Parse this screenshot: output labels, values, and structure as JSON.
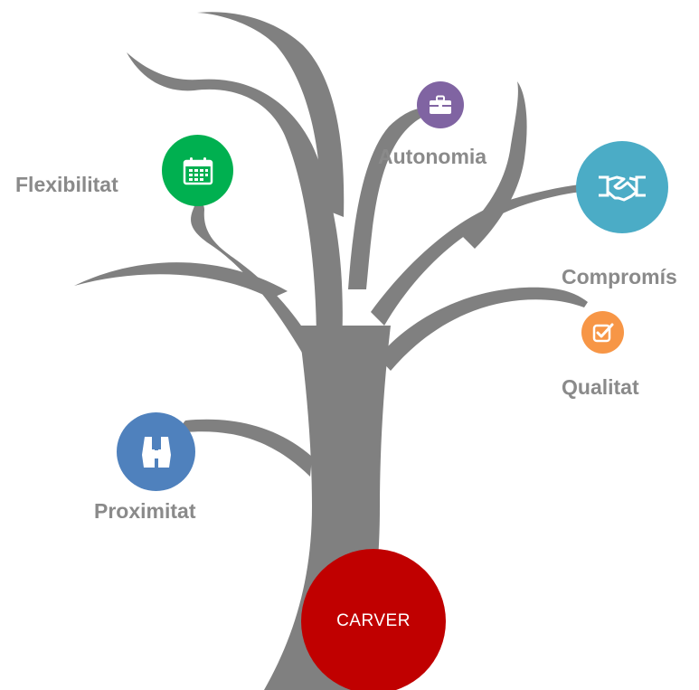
{
  "tree": {
    "trunk_color": "#808080",
    "root": {
      "label": "CARVER",
      "color": "#c00000"
    }
  },
  "branches": {
    "autonomia": {
      "label": "Autonomia",
      "icon": "briefcase-icon",
      "color": "#8064a2"
    },
    "flexibilitat": {
      "label": "Flexibilitat",
      "icon": "calendar-icon",
      "color": "#00b050"
    },
    "compromis": {
      "label": "Compromís",
      "icon": "handshake-icon",
      "color": "#4bacc6"
    },
    "qualitat": {
      "label": "Qualitat",
      "icon": "checkbox-icon",
      "color": "#f79646"
    },
    "proximitat": {
      "label": "Proximitat",
      "icon": "binoculars-icon",
      "color": "#4f81bd"
    }
  }
}
